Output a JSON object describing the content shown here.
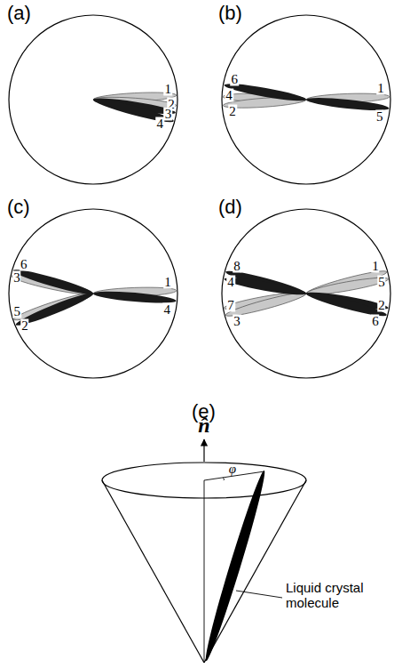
{
  "diagram": {
    "labels": [
      "(a)",
      "1",
      "2",
      "3",
      "4",
      "(b)",
      "6",
      "4",
      "2",
      "1",
      "5",
      "(c)",
      "6",
      "3",
      "5",
      "2",
      "1",
      "4",
      "(d)",
      "8",
      "4",
      "7",
      "3",
      "1",
      "5",
      "2",
      "6",
      "(e)",
      "n̂",
      "φ",
      "Liquid crystal molecule"
    ]
  }
}
